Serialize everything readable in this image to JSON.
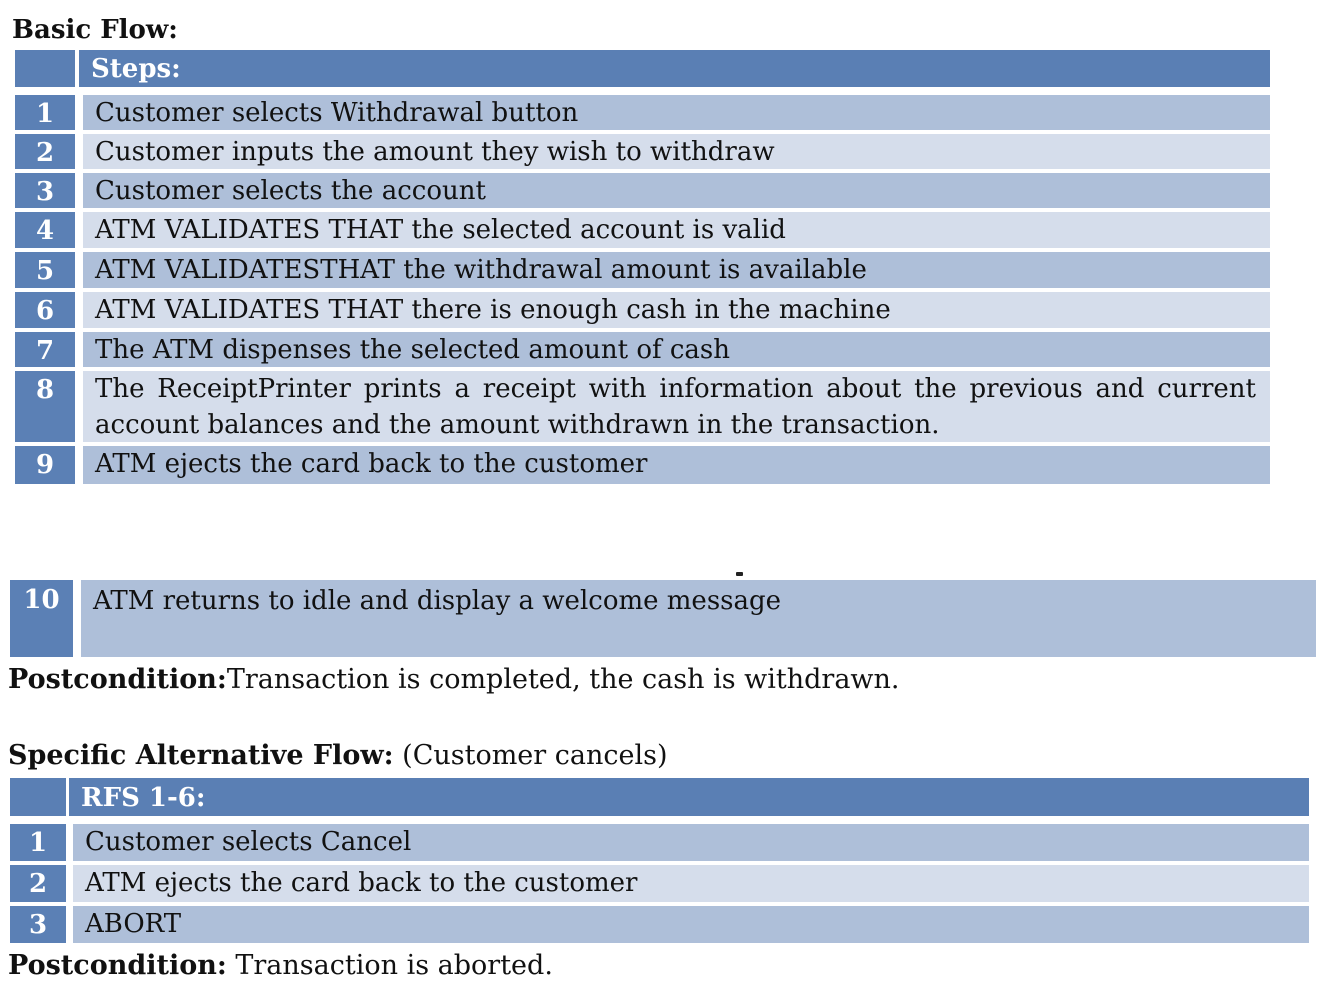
{
  "basic_flow": {
    "heading": "Basic Flow:",
    "steps_header": "Steps:",
    "steps": [
      {
        "num": "1",
        "text": "Customer selects Withdrawal button"
      },
      {
        "num": "2",
        "text": "Customer inputs the amount they wish to withdraw"
      },
      {
        "num": "3",
        "text": "Customer selects the account"
      },
      {
        "num": "4",
        "text": "ATM VALIDATES THAT the selected account is valid"
      },
      {
        "num": "5",
        "text": "ATM VALIDATESTHAT  the withdrawal amount is available"
      },
      {
        "num": "6",
        "text": "ATM VALIDATES THAT there is enough cash in the machine"
      },
      {
        "num": "7",
        "text": "The ATM dispenses the selected amount of cash"
      },
      {
        "num": "8",
        "text": "The ReceiptPrinter prints a receipt with information about the previous and current account balances and the amount withdrawn in the transaction."
      },
      {
        "num": "9",
        "text": "ATM ejects the card back to the customer"
      }
    ],
    "step_10": {
      "num": "10",
      "text": "ATM returns to idle and display a welcome message"
    },
    "postcondition_label": "Postcondition:",
    "postcondition_text": "Transaction is completed, the cash is withdrawn."
  },
  "alt_flow": {
    "heading_bold": "Specific Alternative Flow:",
    "heading_rest": " (Customer cancels)",
    "rfs_header": "RFS 1-6:",
    "steps": [
      {
        "num": "1",
        "text": "Customer selects Cancel"
      },
      {
        "num": "2",
        "text": "ATM ejects the card back to the customer"
      },
      {
        "num": "3",
        "text": "ABORT"
      }
    ],
    "postcondition_label": "Postcondition:",
    "postcondition_text": " Transaction is aborted."
  },
  "colors": {
    "header_blue": "#5a7fb4",
    "number_blue": "#5b80b5",
    "row_dark": "#aebfd9",
    "row_light": "#d5ddeb"
  }
}
